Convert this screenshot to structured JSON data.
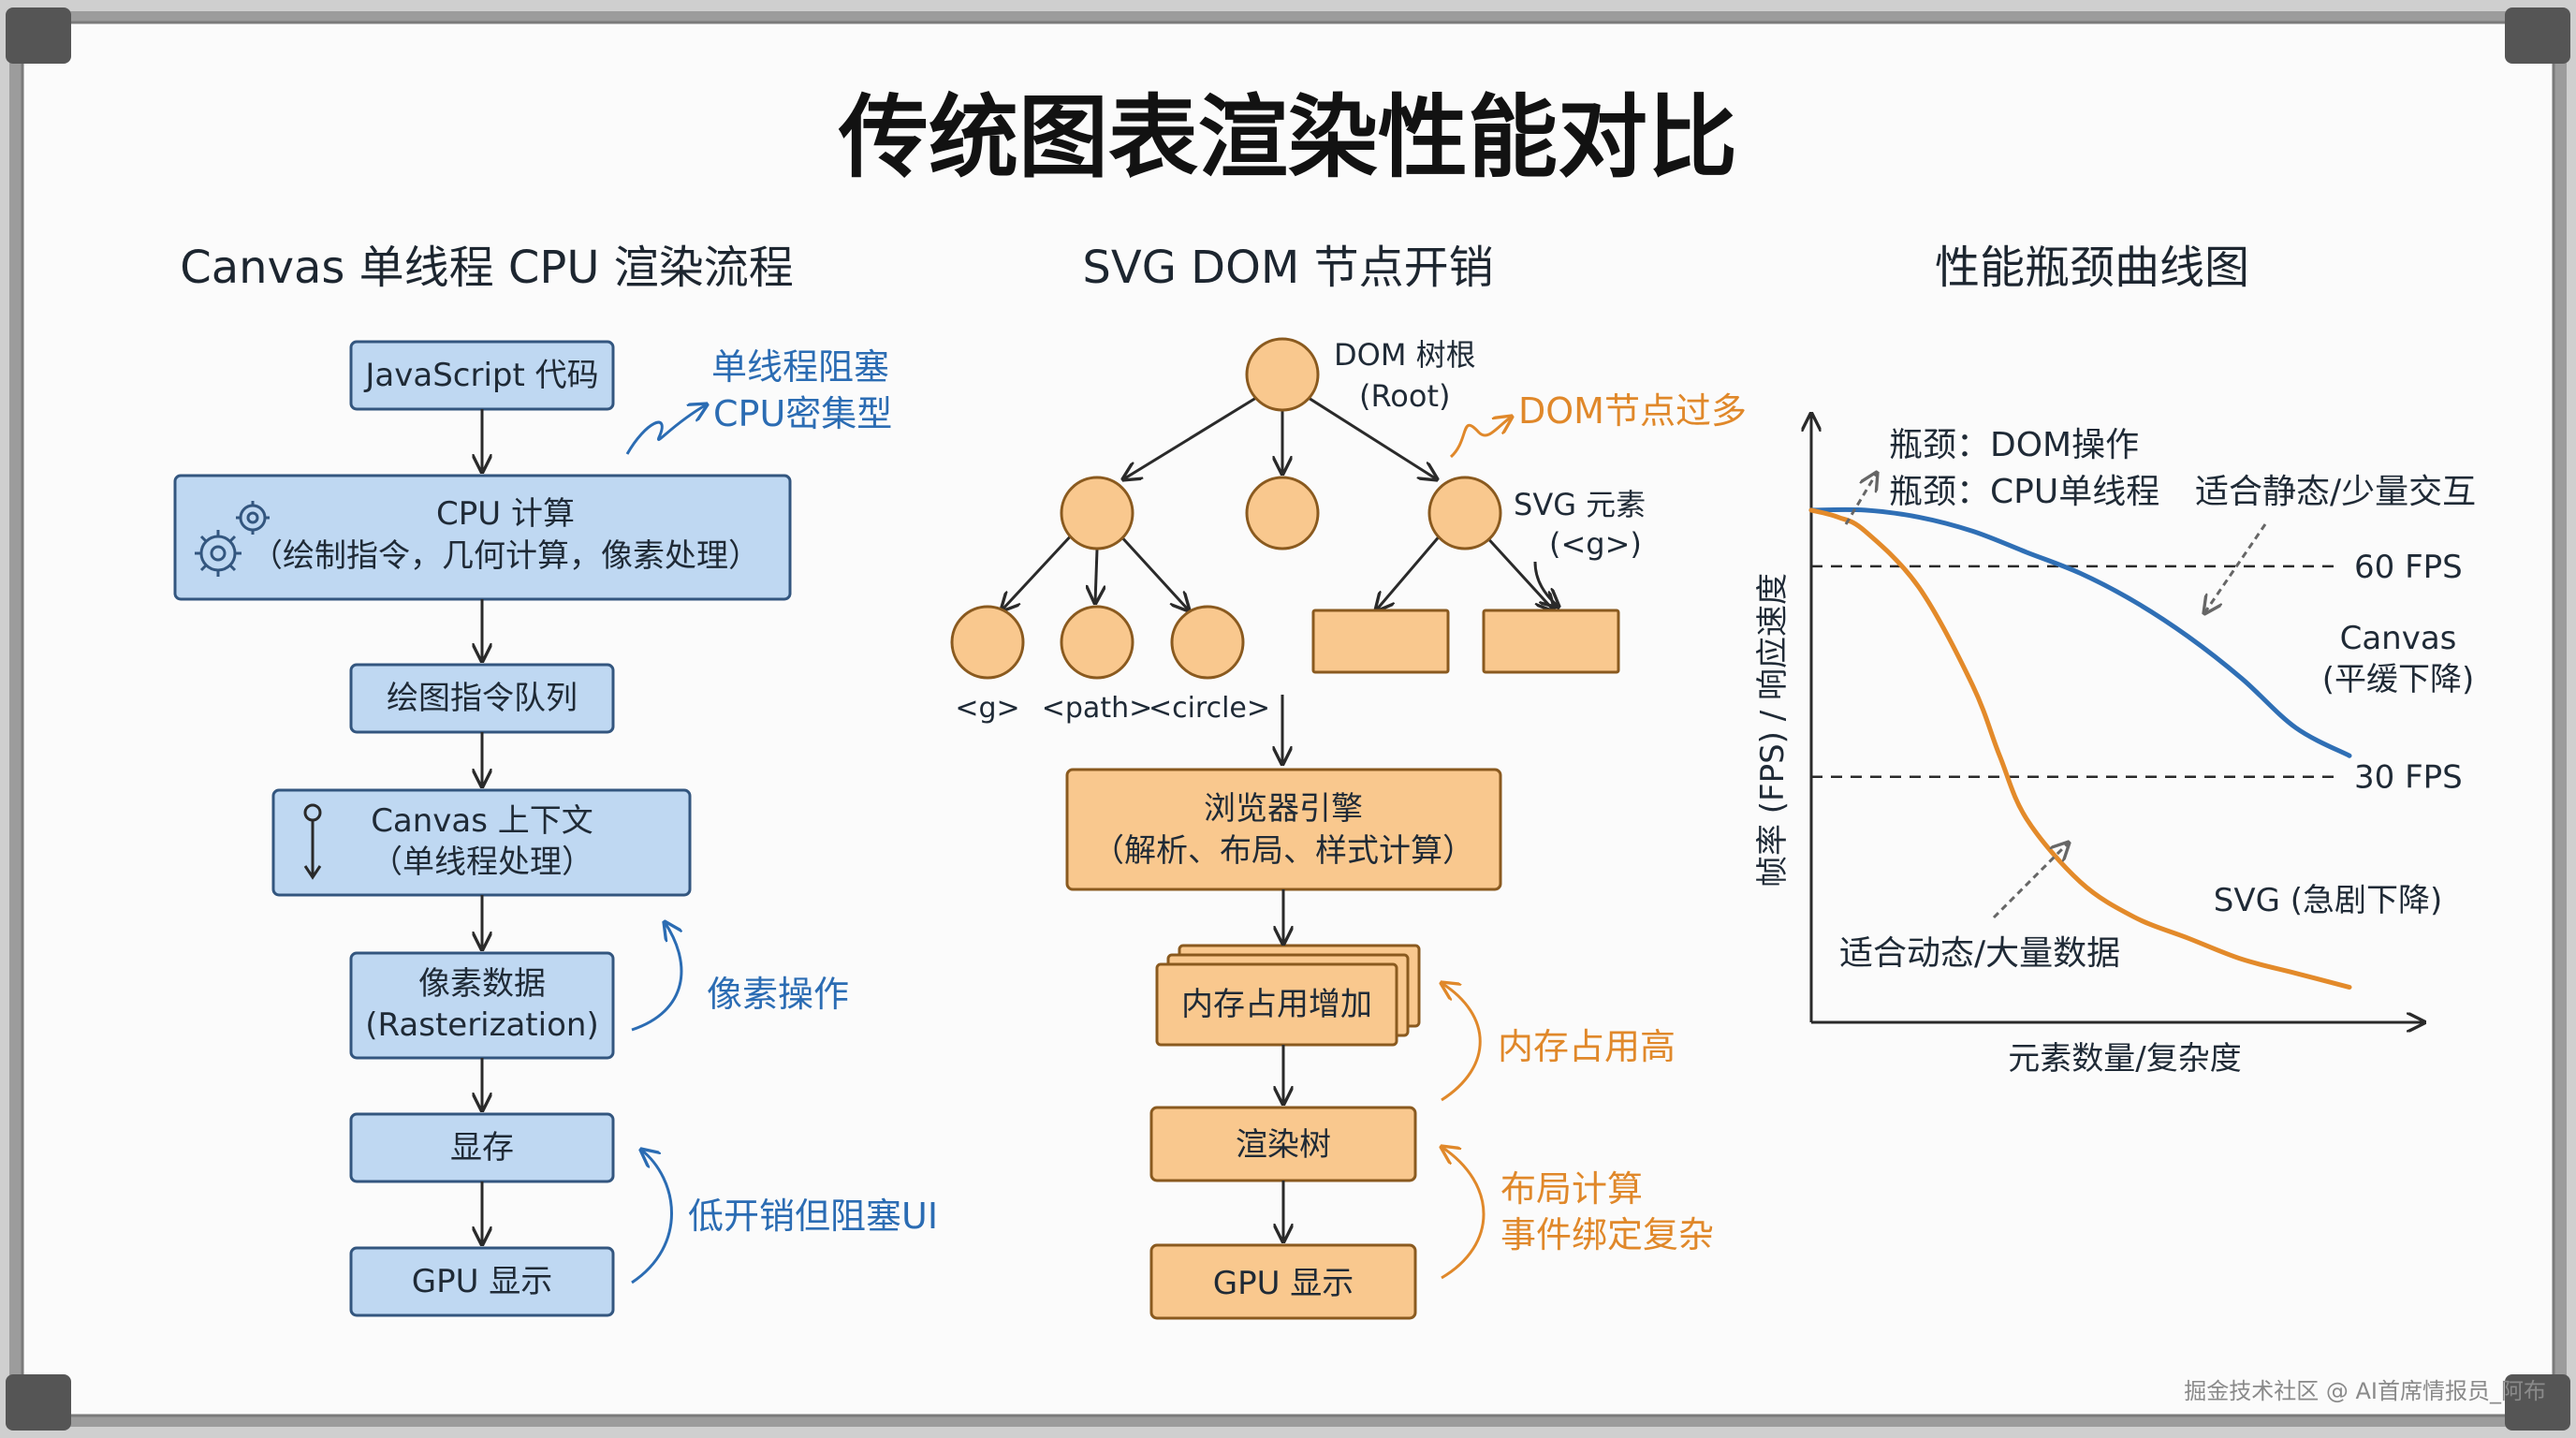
{
  "title": "传统图表渲染性能对比",
  "watermark": "掘金技术社区 @ AI首席情报员_阿布",
  "left": {
    "heading": "Canvas 单线程 CPU 渲染流程",
    "steps": [
      {
        "line1": "JavaScript 代码",
        "line2": ""
      },
      {
        "line1": "CPU 计算",
        "line2": "（绘制指令，几何计算，像素处理）"
      },
      {
        "line1": "绘图指令队列",
        "line2": ""
      },
      {
        "line1": "Canvas 上下文",
        "line2": "（单线程处理）"
      },
      {
        "line1": "像素数据",
        "line2": "(Rasterization)"
      },
      {
        "line1": "显存",
        "line2": ""
      },
      {
        "line1": "GPU 显示",
        "line2": ""
      }
    ],
    "notes": {
      "single_thread_1": "单线程阻塞",
      "single_thread_2": "CPU密集型",
      "pixel_ops": "像素操作",
      "low_cost": "低开销但阻塞UI"
    }
  },
  "middle": {
    "heading": "SVG DOM 节点开销",
    "tree": {
      "root_label_1": "DOM 树根",
      "root_label_2": "(Root)",
      "svg_label_1": "SVG 元素",
      "svg_label_2": "(<g>)",
      "leaf_labels": [
        "<g>",
        "<path>",
        "<circle>"
      ],
      "too_many": "DOM节点过多"
    },
    "steps": [
      {
        "line1": "浏览器引擎",
        "line2": "（解析、布局、样式计算）"
      },
      {
        "line1": "内存占用增加",
        "line2": ""
      },
      {
        "line1": "渲染树",
        "line2": ""
      },
      {
        "line1": "GPU 显示",
        "line2": ""
      }
    ],
    "notes": {
      "memory_high": "内存占用高",
      "layout_1": "布局计算",
      "layout_2": "事件绑定复杂"
    }
  },
  "right": {
    "heading": "性能瓶颈曲线图",
    "annotation_dom": "瓶颈：DOM操作",
    "annotation_cpu": "瓶颈：CPU单线程",
    "static_note": "适合静态/少量交互",
    "dynamic_note": "适合动态/大量数据"
  },
  "chart_data": {
    "type": "line",
    "xlabel": "元素数量/复杂度",
    "ylabel": "帧率 (FPS) / 响应速度",
    "reference_lines": [
      {
        "label": "60 FPS",
        "value": 60
      },
      {
        "label": "30 FPS",
        "value": 30
      }
    ],
    "series": [
      {
        "name_line1": "Canvas",
        "name_line2": "(平缓下降)",
        "color": "#2f6fb5",
        "points": [
          [
            0,
            68
          ],
          [
            0.1,
            68
          ],
          [
            0.2,
            67
          ],
          [
            0.3,
            65
          ],
          [
            0.4,
            62
          ],
          [
            0.5,
            59
          ],
          [
            0.6,
            55
          ],
          [
            0.7,
            50
          ],
          [
            0.8,
            44
          ],
          [
            0.9,
            37
          ],
          [
            1.0,
            33
          ]
        ]
      },
      {
        "name_line1": "SVG (急剧下降)",
        "name_line2": "",
        "color": "#e38a2a",
        "points": [
          [
            0,
            68
          ],
          [
            0.05,
            67
          ],
          [
            0.1,
            65
          ],
          [
            0.2,
            57
          ],
          [
            0.3,
            43
          ],
          [
            0.35,
            33
          ],
          [
            0.4,
            24
          ],
          [
            0.5,
            15
          ],
          [
            0.6,
            10
          ],
          [
            0.7,
            7
          ],
          [
            0.8,
            4
          ],
          [
            0.9,
            2
          ],
          [
            1.0,
            0
          ]
        ]
      }
    ],
    "xlim": [
      0,
      1
    ],
    "ylim": [
      -5,
      80
    ]
  },
  "colors": {
    "blue_box": "#bfd8f2",
    "blue_border": "#33567f",
    "orange_box": "#f9c88e",
    "orange_border": "#8a5a1f",
    "blue_note": "#2b6cb3",
    "orange_note": "#e0882a"
  }
}
